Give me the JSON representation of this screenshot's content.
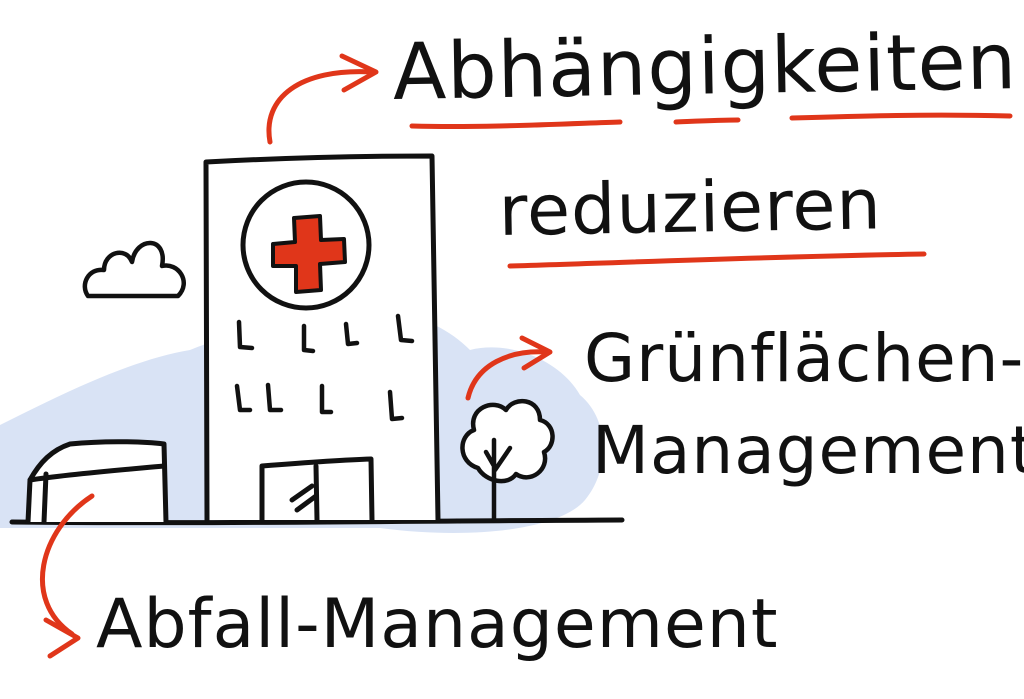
{
  "texts": {
    "dependencies_line1": "Abhängigkeiten",
    "dependencies_line2": "reduzieren",
    "green_line1": "Grünflächen-",
    "green_line2": "Management",
    "waste": "Abfall-Management"
  },
  "icons": {
    "building": "hospital-icon",
    "cross": "red-cross-icon",
    "tree": "tree-icon",
    "cloud": "cloud-icon",
    "container": "waste-container-icon"
  },
  "colors": {
    "ink": "#111111",
    "accent": "#e0361a",
    "sky": "#d9e3f5"
  }
}
